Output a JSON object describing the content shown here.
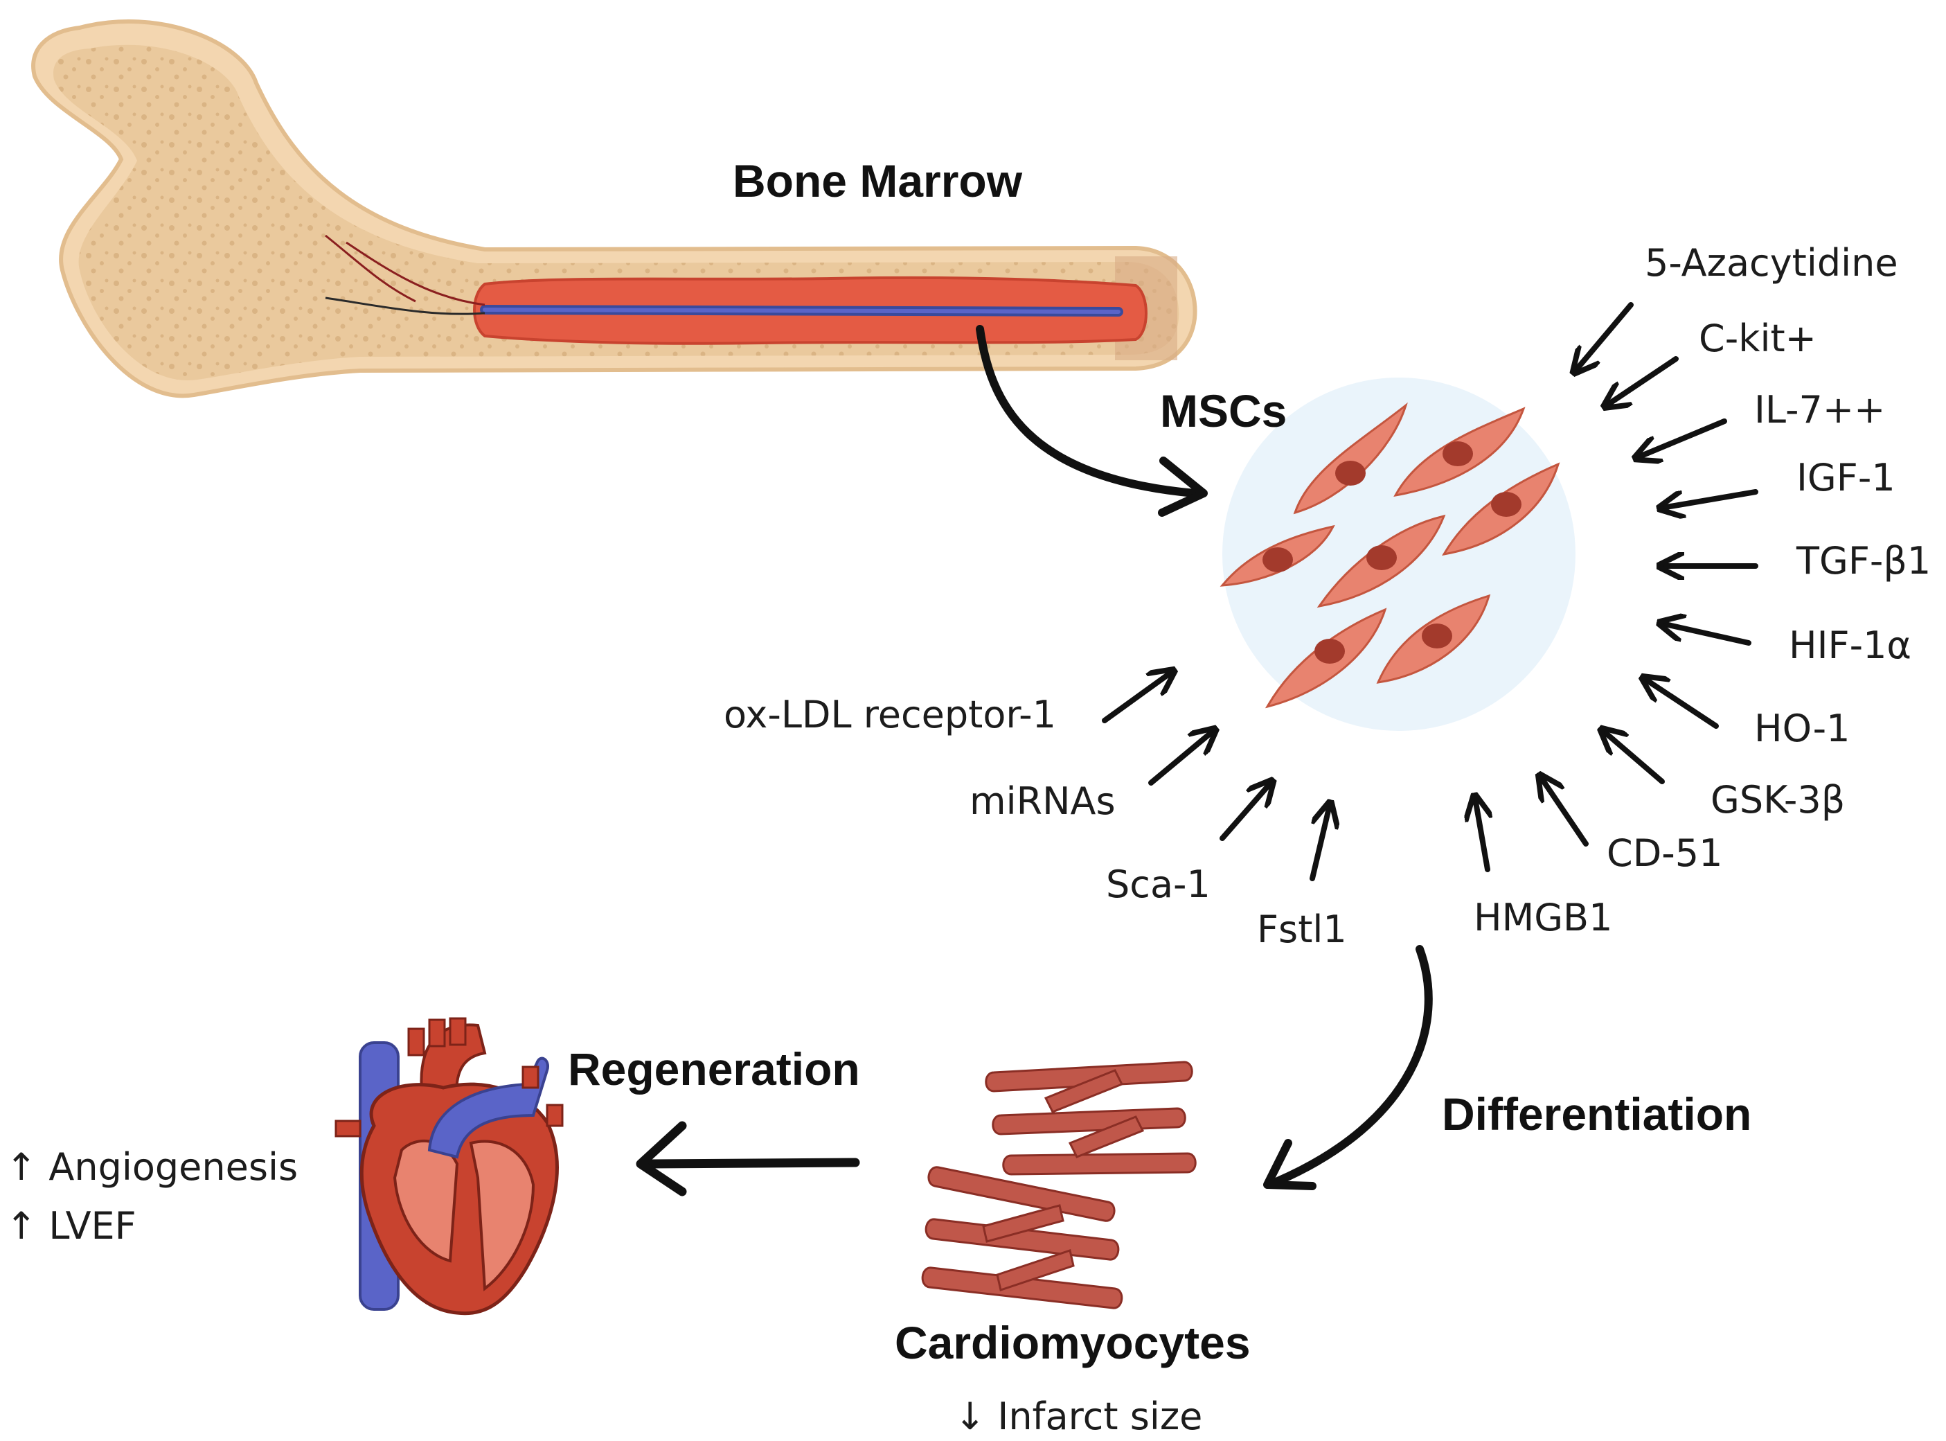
{
  "titles": {
    "bone_marrow": "Bone Marrow",
    "mscs": "MSCs",
    "differentiation": "Differentiation",
    "regeneration": "Regeneration",
    "cardiomyocytes": "Cardiomyocytes"
  },
  "outcomes": {
    "angiogenesis": "↑ Angiogenesis",
    "lvef": "↑ LVEF",
    "infarct": "↓ Infarct size"
  },
  "factors": {
    "azacytidine": "5-Azacytidine",
    "ckit": "C-kit+",
    "il7": "IL-7++",
    "igf1": "IGF-1",
    "tgfb1": "TGF-β1",
    "hif1a": "HIF-1α",
    "ho1": "HO-1",
    "gsk3b": "GSK-3β",
    "cd51": "CD-51",
    "hmgb1": "HMGB1",
    "fstl1": "Fstl1",
    "sca1": "Sca-1",
    "mirnas": "miRNAs",
    "oxldl": "ox-LDL receptor-1"
  },
  "colors": {
    "bone": "#f0cfa8",
    "bone_edge": "#e0b888",
    "marrow": "#e0533f",
    "cell": "#e8836f",
    "nucleus": "#a33a2c",
    "halo": "#eaf4fb",
    "muscle": "#c0574a",
    "heart": "#c8432f",
    "vessel_blue": "#5a64c8",
    "arrow": "#111111"
  }
}
